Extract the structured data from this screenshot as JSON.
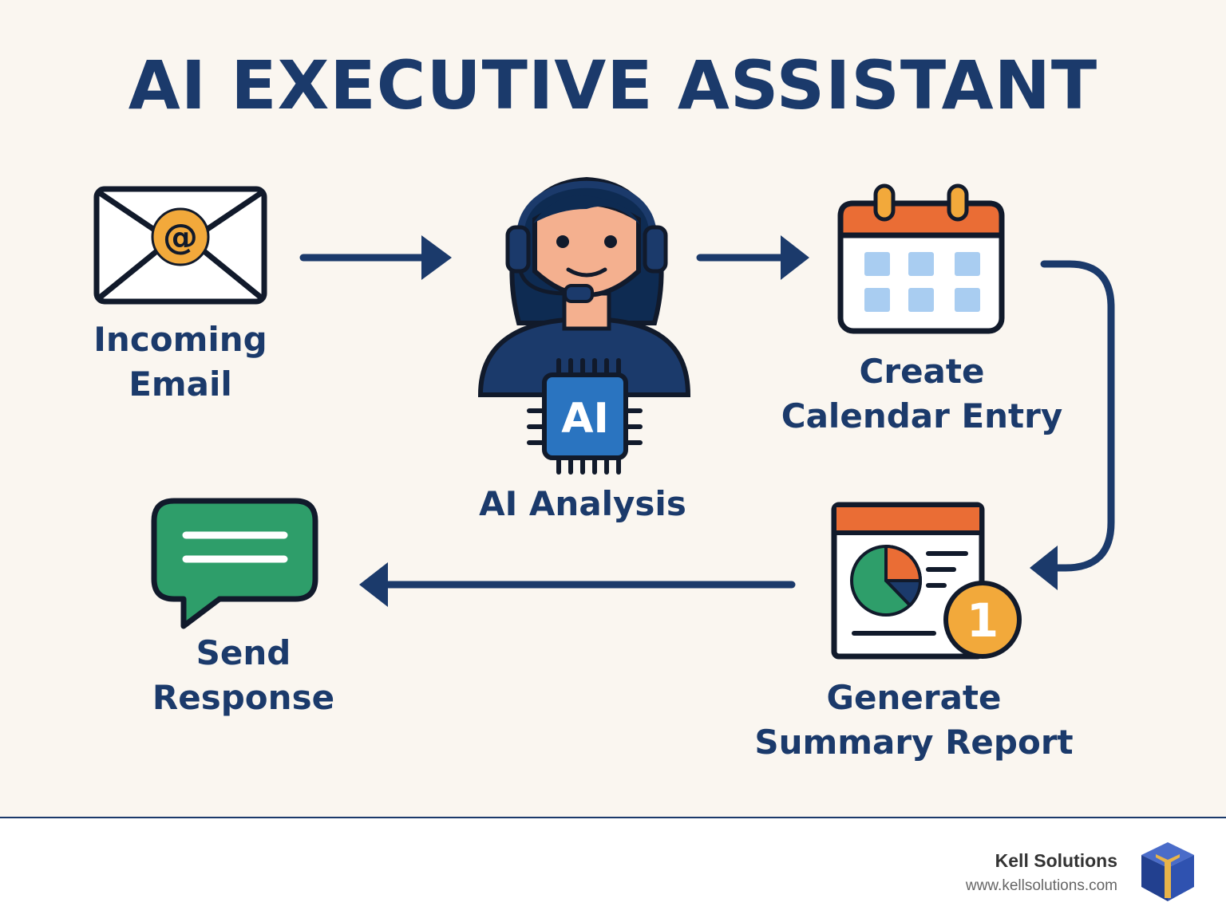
{
  "title": "AI EXECUTIVE ASSISTANT",
  "steps": [
    {
      "label_lines": [
        "Incoming",
        "Email"
      ],
      "icon": "email-icon"
    },
    {
      "label_lines": [
        "AI Analysis"
      ],
      "icon": "ai-assistant-icon",
      "chip_text": "AI"
    },
    {
      "label_lines": [
        "Create",
        "Calendar Entry"
      ],
      "icon": "calendar-icon"
    },
    {
      "label_lines": [
        "Generate",
        "Summary Report"
      ],
      "icon": "report-icon",
      "badge_text": "1"
    },
    {
      "label_lines": [
        "Send",
        "Response"
      ],
      "icon": "chat-bubble-icon"
    }
  ],
  "flow": [
    "Incoming Email → AI Analysis",
    "AI Analysis → Create Calendar Entry",
    "Create Calendar Entry → Generate Summary Report",
    "Generate Summary Report → Send Response"
  ],
  "footer": {
    "brand": "Kell Solutions",
    "url": "www.kellsolutions.com",
    "logo_icon": "cube-logo-icon"
  },
  "colors": {
    "navy": "#1b3a6b",
    "dark": "#111a2b",
    "orange": "#ea6d35",
    "gold": "#f2a93b",
    "green": "#2e9e6a",
    "light_blue": "#a9cdf1",
    "skin": "#f4b08f",
    "chip_blue": "#2a74c0",
    "background": "#faf6f0"
  }
}
